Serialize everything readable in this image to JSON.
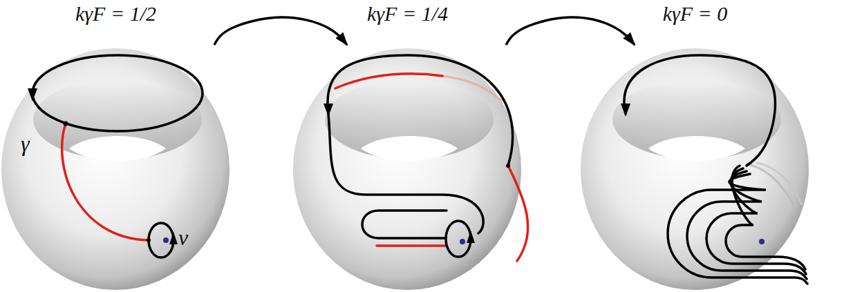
{
  "diagram": {
    "nodes": [
      {
        "text": [
          "kγF = 1/2",
          "γ",
          "v"
        ]
      },
      {
        "text": [
          "kγF = 1/4"
        ]
      },
      {
        "text": [
          "kγF = 0"
        ]
      }
    ],
    "edges": [
      {
        "from": 0,
        "to": 1,
        "arrow": "to"
      },
      {
        "from": 1,
        "to": 2,
        "arrow": "to"
      }
    ]
  }
}
